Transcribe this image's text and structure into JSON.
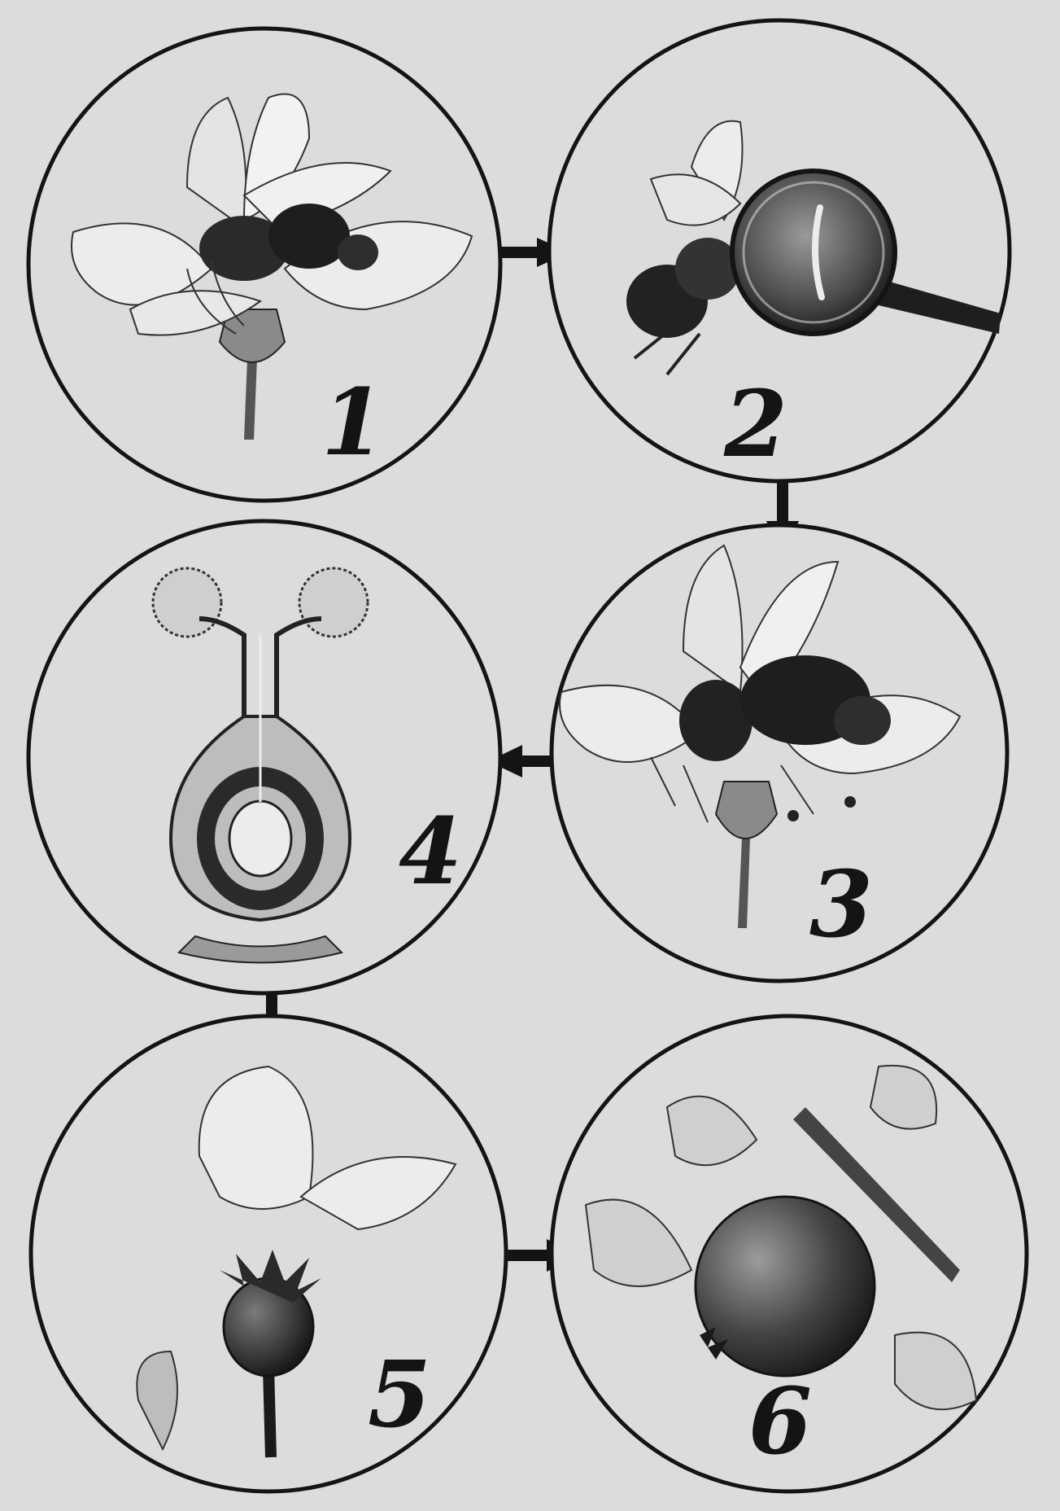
{
  "colors": {
    "paper": "#dcdcdc",
    "ink": "#141414",
    "petal": "#ececec",
    "shade": "#8e8e8e",
    "dark": "#2a2a2a"
  },
  "stages": [
    {
      "number": "1",
      "icon": "flower-with-bee-icon"
    },
    {
      "number": "2",
      "icon": "bee-under-magnifier-icon"
    },
    {
      "number": "3",
      "icon": "bee-pollinating-flower-icon"
    },
    {
      "number": "4",
      "icon": "pistil-cross-section-icon"
    },
    {
      "number": "5",
      "icon": "young-fruit-icon"
    },
    {
      "number": "6",
      "icon": "ripe-apple-icon"
    }
  ],
  "arrows": [
    {
      "from": "1",
      "to": "2",
      "direction": "right"
    },
    {
      "from": "2",
      "to": "3",
      "direction": "down"
    },
    {
      "from": "3",
      "to": "4",
      "direction": "left"
    },
    {
      "from": "4",
      "to": "5",
      "direction": "down"
    },
    {
      "from": "5",
      "to": "6",
      "direction": "right"
    }
  ]
}
